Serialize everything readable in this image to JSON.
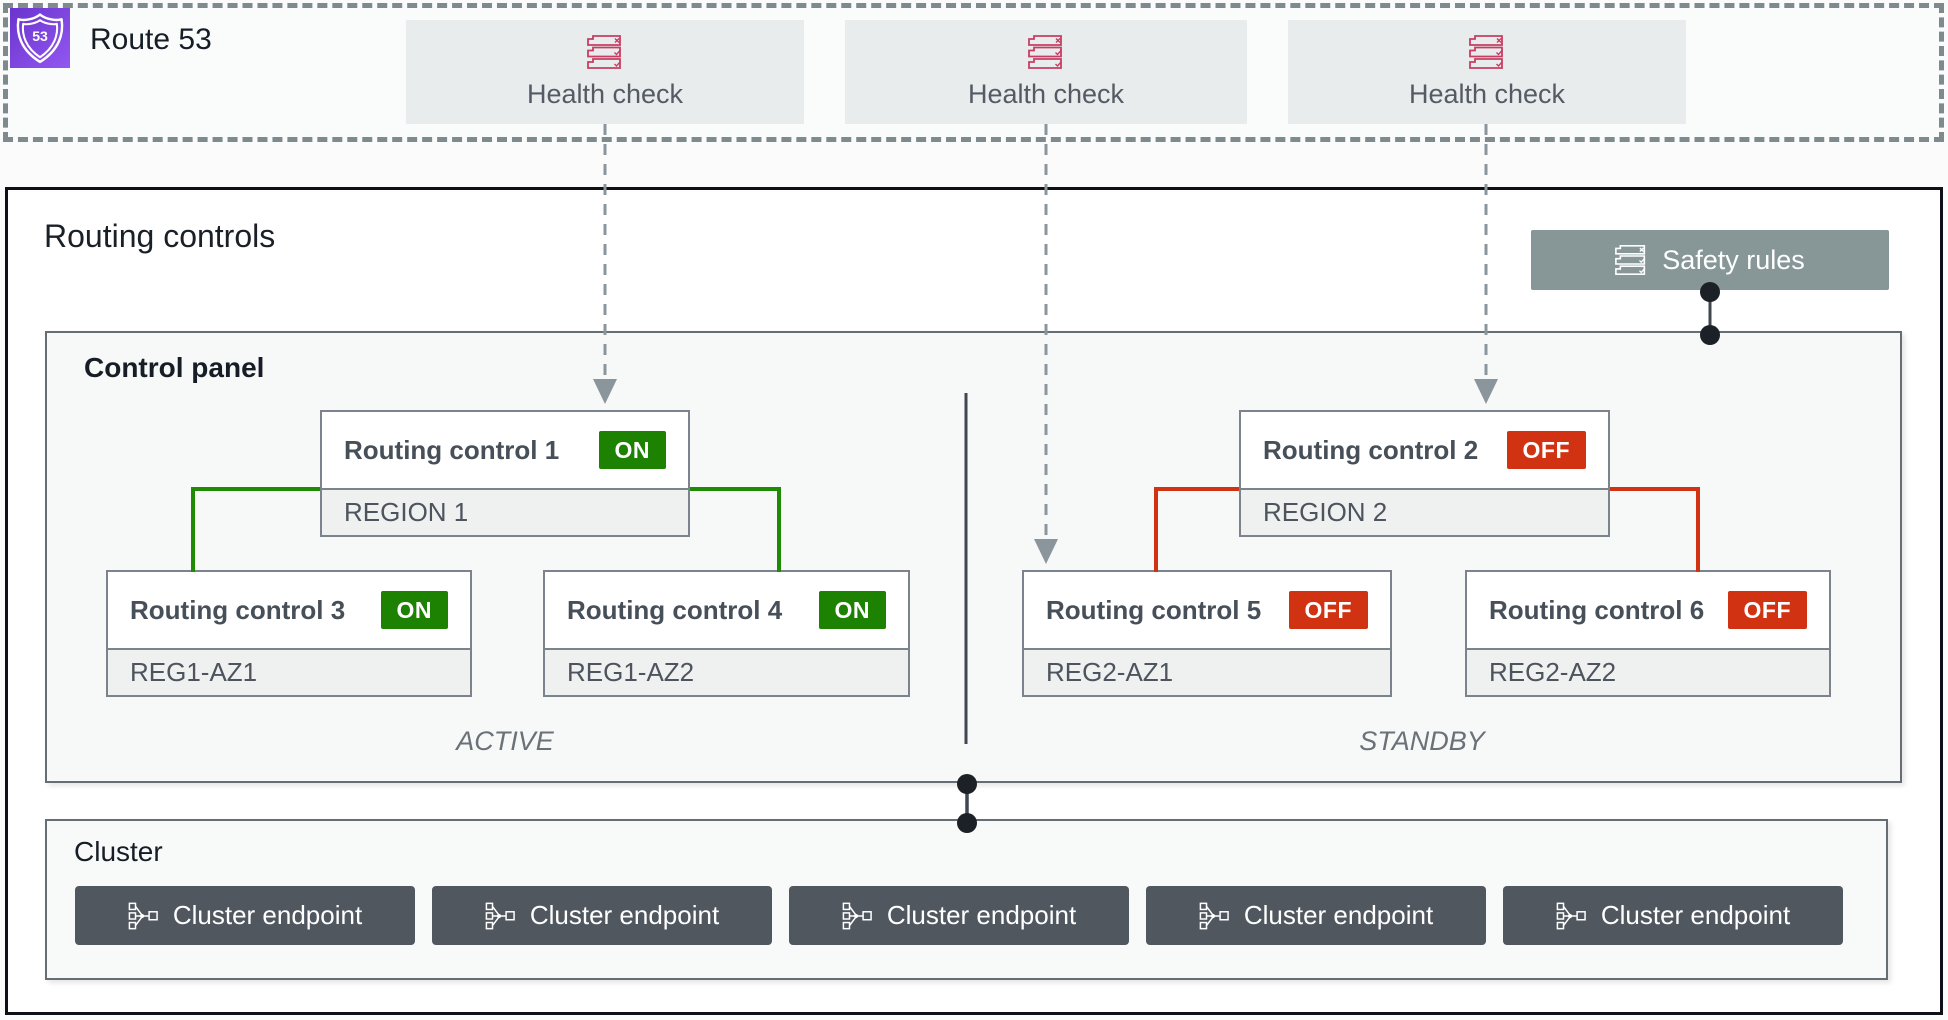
{
  "route53": {
    "label": "Route 53",
    "icon": "route53-shield-icon"
  },
  "health_checks": [
    {
      "label": "Health check",
      "icon": "health-check-list-icon"
    },
    {
      "label": "Health check",
      "icon": "health-check-list-icon"
    },
    {
      "label": "Health check",
      "icon": "health-check-list-icon"
    }
  ],
  "routing_controls": {
    "title": "Routing controls"
  },
  "safety_rules": {
    "label": "Safety rules",
    "icon": "safety-rules-list-icon"
  },
  "control_panel": {
    "title": "Control panel",
    "groups": [
      {
        "zone_label": "ACTIVE",
        "region": {
          "label": "Routing control 1",
          "state": "ON",
          "sublabel": "REGION 1"
        },
        "children": [
          {
            "label": "Routing control 3",
            "state": "ON",
            "sublabel": "REG1-AZ1"
          },
          {
            "label": "Routing control 4",
            "state": "ON",
            "sublabel": "REG1-AZ2"
          }
        ]
      },
      {
        "zone_label": "STANDBY",
        "region": {
          "label": "Routing control 2",
          "state": "OFF",
          "sublabel": "REGION 2"
        },
        "children": [
          {
            "label": "Routing control 5",
            "state": "OFF",
            "sublabel": "REG2-AZ1"
          },
          {
            "label": "Routing control 6",
            "state": "OFF",
            "sublabel": "REG2-AZ2"
          }
        ]
      }
    ]
  },
  "cluster": {
    "title": "Cluster",
    "endpoints": [
      {
        "label": "Cluster endpoint",
        "icon": "cluster-endpoint-network-icon"
      },
      {
        "label": "Cluster endpoint",
        "icon": "cluster-endpoint-network-icon"
      },
      {
        "label": "Cluster endpoint",
        "icon": "cluster-endpoint-network-icon"
      },
      {
        "label": "Cluster endpoint",
        "icon": "cluster-endpoint-network-icon"
      },
      {
        "label": "Cluster endpoint",
        "icon": "cluster-endpoint-network-icon"
      }
    ]
  },
  "colors": {
    "state_on": "#1d8102",
    "state_off": "#d13212",
    "green_connector": "#1f8b04",
    "red_connector": "#d13212",
    "health_icon": "#c63e62",
    "safety_button_bg": "#879697",
    "endpoint_button_bg": "#50575f",
    "route53_gradient_start": "#6b34ce",
    "route53_gradient_end": "#9257f0",
    "dashed_border": "#7f8a8e"
  }
}
